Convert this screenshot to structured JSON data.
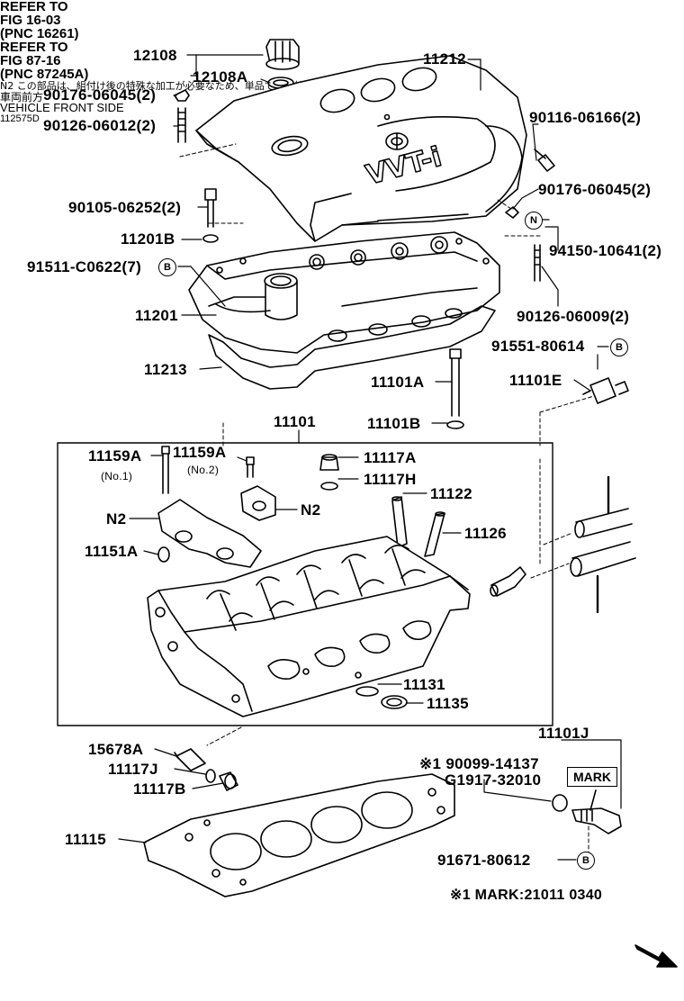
{
  "parts": {
    "p12108": "12108",
    "p12108A": "12108A",
    "p11212": "11212",
    "p90176_a": "90176-06045(2)",
    "p90126_a": "90126-06012(2)",
    "p90116": "90116-06166(2)",
    "p90176_b": "90176-06045(2)",
    "p90105": "90105-06252(2)",
    "p11201B": "11201B",
    "p91511": "91511-C0622(7)",
    "p94150": "94150-10641(2)",
    "p11201": "11201",
    "p90126_b": "90126-06009(2)",
    "p91551": "91551-80614",
    "p11213": "11213",
    "p11101A": "11101A",
    "p11101E": "11101E",
    "p11101B": "11101B",
    "p11101": "11101",
    "p11159A_1": "11159A",
    "p11159A_2": "11159A",
    "no1": "(No.1)",
    "no2": "(No.2)",
    "p11117A": "11117A",
    "p11117H": "11117H",
    "p11122": "11122",
    "p11126": "11126",
    "n2_left": "N2",
    "n2_right": "N2",
    "p11151A": "11151A",
    "p11131": "11131",
    "p11135": "11135",
    "p11101J": "11101J",
    "p15678A": "15678A",
    "p11117J": "11117J",
    "p11117B": "11117B",
    "p90099": "※1 90099-14137",
    "pG1917": "G1917-32010",
    "p11115": "11115",
    "p91671": "91671-80612"
  },
  "refs": {
    "ref1_line1": "REFER TO",
    "ref1_line2": "FIG 16-03",
    "ref1_line3": "(PNC 16261)",
    "ref2_line1": "REFER TO",
    "ref2_line2": "FIG 87-16",
    "ref2_line3": "(PNC 87245A)"
  },
  "markers": {
    "b": "B",
    "n": "N",
    "mark_label": "MARK",
    "vvti": "VVT-i"
  },
  "notes": {
    "mark_note": "※1 MARK:21011 0340",
    "n2_note": "N2 この部品は、組付け後の特殊な加工が必要なため、単品では補給していません",
    "front_jp": "車両前方",
    "front_en": "VEHICLE FRONT SIDE",
    "fig_no": "112575D"
  }
}
